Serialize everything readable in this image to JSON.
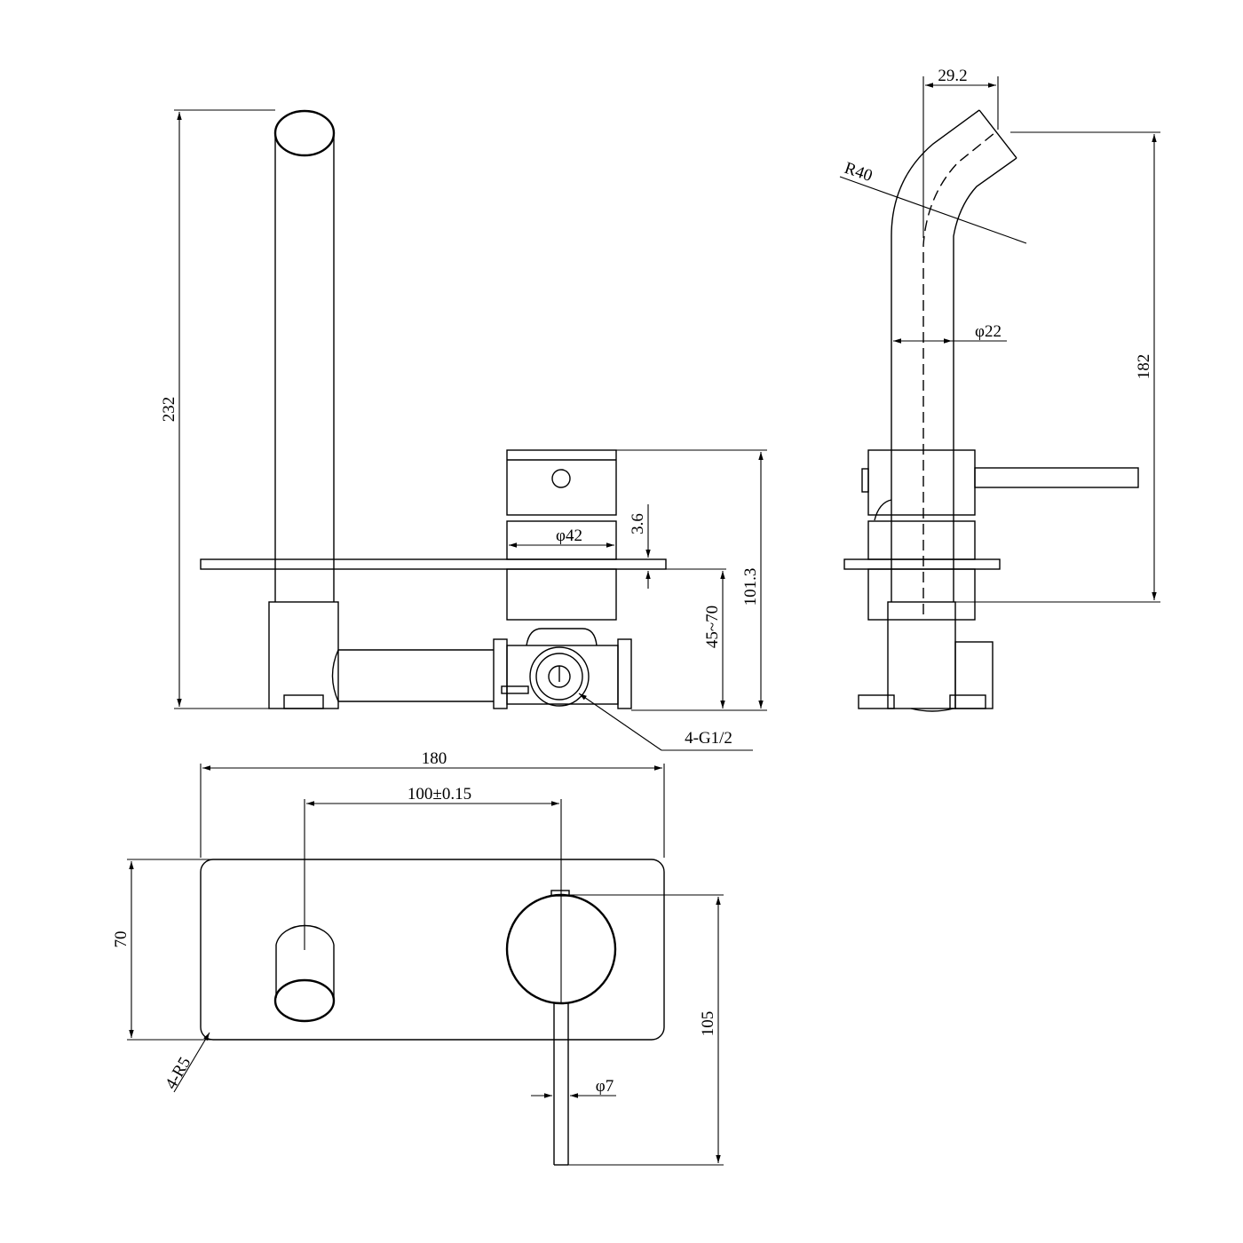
{
  "dimensions": {
    "side_spout_span": "29.2",
    "bend_radius": "R40",
    "spout_diameter": "φ22",
    "side_height": "182",
    "front_height": "232",
    "plate_thickness": "3.6",
    "handle_diameter": "φ42",
    "body_depth": "101.3",
    "wall_depth_range": "45~70",
    "inlets": "4-G1/2",
    "plate_width": "180",
    "centers": "100±0.15",
    "plate_height": "70",
    "corner_radius": "4-R5",
    "lever_diameter": "φ7",
    "lever_length": "105"
  },
  "colors": {
    "line": "#000000",
    "background": "#ffffff"
  }
}
